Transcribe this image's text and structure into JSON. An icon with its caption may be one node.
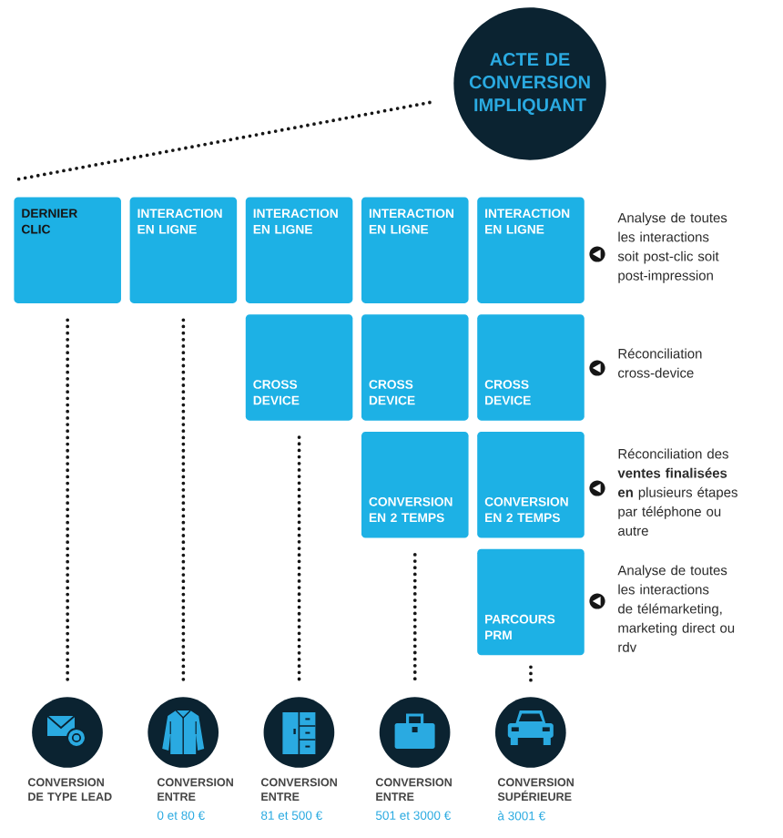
{
  "diagram": {
    "nodes": [
      {
        "text": [
          "ACTE DE CONVERSION IMPLIQUANT"
        ]
      },
      {
        "text": [
          "DERNIER CLIC"
        ]
      },
      {
        "text": [
          "INTERACTION EN LIGNE"
        ]
      },
      {
        "text": [
          "INTERACTION EN LIGNE"
        ]
      },
      {
        "text": [
          "INTERACTION EN LIGNE"
        ]
      },
      {
        "text": [
          "INTERACTION EN LIGNE"
        ]
      },
      {
        "text": [
          "CROSS DEVICE"
        ]
      },
      {
        "text": [
          "CROSS DEVICE"
        ]
      },
      {
        "text": [
          "CROSS DEVICE"
        ]
      },
      {
        "text": [
          "CONVERSION EN 2 TEMPS"
        ]
      },
      {
        "text": [
          "CONVERSION EN 2 TEMPS"
        ]
      },
      {
        "text": [
          "PARCOURS PRM"
        ]
      },
      {
        "text": [
          "CONVERSION DE TYPE LEAD"
        ]
      },
      {
        "text": [
          "CONVERSION ENTRE",
          "0 et 80 €"
        ]
      },
      {
        "text": [
          "CONVERSION ENTRE",
          "81 et 500 €"
        ]
      },
      {
        "text": [
          "CONVERSION ENTRE",
          "501 et 3000 €"
        ]
      },
      {
        "text": [
          "CONVERSION SUPÉRIEURE",
          "à 3001 €"
        ]
      }
    ],
    "edges": [
      {
        "from": 0,
        "to": 1,
        "arrow": "none"
      },
      {
        "from": 1,
        "to": 12,
        "arrow": "none"
      },
      {
        "from": 2,
        "to": 13,
        "arrow": "none"
      },
      {
        "from": 6,
        "to": 14,
        "arrow": "none"
      },
      {
        "from": 9,
        "to": 15,
        "arrow": "none"
      },
      {
        "from": 11,
        "to": 16,
        "arrow": "none"
      }
    ],
    "labels": [
      "Analyse de toutes les interactions soit post-clic soit post-impression",
      "Réconciliation cross-device",
      "Réconciliation des **ventes finalisées en** plusieurs étapes par téléphone ou autre",
      "Analyse de toutes les interactions de télémarketing, marketing direct ou rdv"
    ]
  }
}
